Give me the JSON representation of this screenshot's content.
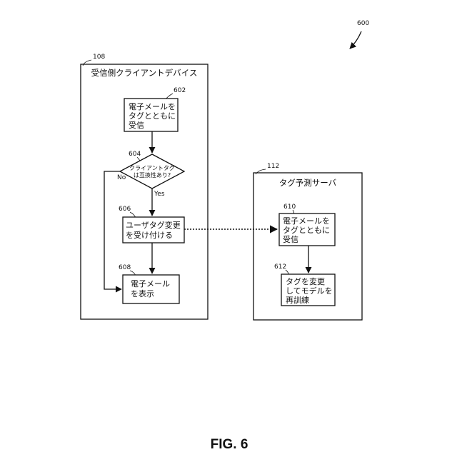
{
  "figure_ref": "600",
  "figure_label": "FIG. 6",
  "client": {
    "ref": "108",
    "title": "受信側クライアントデバイス",
    "step_602": {
      "ref": "602",
      "lines": [
        "電子メールを",
        "タグとともに",
        "受信"
      ]
    },
    "step_604": {
      "ref": "604",
      "lines": [
        "クライアントタグ",
        "は互換性あり?"
      ],
      "no_label": "No",
      "yes_label": "Yes"
    },
    "step_606": {
      "ref": "606",
      "lines": [
        "ユーザタグ変更",
        "を受け付ける"
      ]
    },
    "step_608": {
      "ref": "608",
      "lines": [
        "電子メール",
        "を表示"
      ]
    }
  },
  "server": {
    "ref": "112",
    "title": "タグ予測サーバ",
    "step_610": {
      "ref": "610",
      "lines": [
        "電子メールを",
        "タグとともに",
        "受信"
      ]
    },
    "step_612": {
      "ref": "612",
      "lines": [
        "タグを変更",
        "してモデルを",
        "再訓練"
      ]
    }
  }
}
